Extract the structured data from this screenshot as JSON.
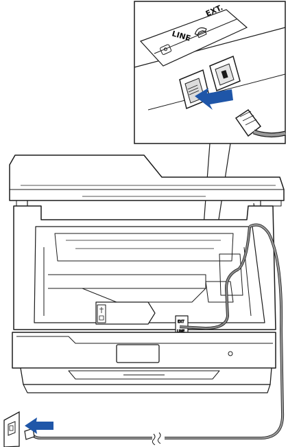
{
  "callout": {
    "ext_label": "EXT.",
    "line_label": "LINE"
  },
  "panel": {
    "ext_label": "EXT",
    "line_label": "LINE"
  },
  "colors": {
    "arrow": "#1f56a8",
    "outline": "#1a1a1a",
    "cable": "#666666",
    "background": "#ffffff"
  },
  "icons": [
    "telephone-icon",
    "usb-icon",
    "network-icon",
    "arrow-icon",
    "wall-jack-icon",
    "break-mark-icon"
  ]
}
